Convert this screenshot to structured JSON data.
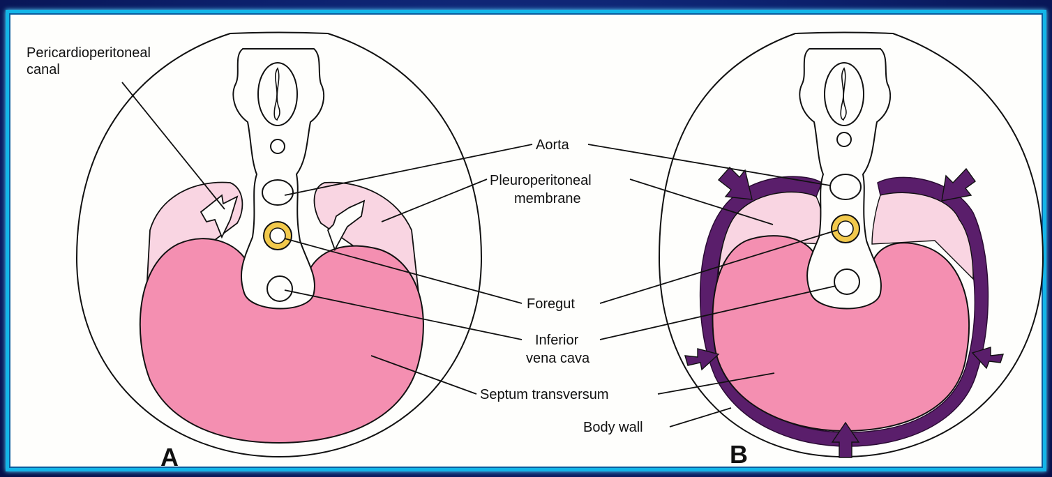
{
  "panels": [
    {
      "letter": "A"
    },
    {
      "letter": "B"
    }
  ],
  "labels": {
    "pericardioperitoneal_line1": "Pericardioperitoneal",
    "pericardioperitoneal_line2": "canal",
    "aorta": "Aorta",
    "pleuroperitoneal_line1": "Pleuroperitoneal",
    "pleuroperitoneal_line2": "membrane",
    "foregut": "Foregut",
    "ivc_line1": "Inferior",
    "ivc_line2": "vena cava",
    "septum": "Septum transversum",
    "body_wall": "Body wall"
  },
  "colors": {
    "frame_border": "#13b5e8",
    "slide_background": "#0d2270",
    "septum_transversum": "#f48fb1",
    "pleuroperitoneal_membrane": "#f9d5e2",
    "foregut": "#f2c94c",
    "body_wall_muscle": "#5a1e6b"
  }
}
